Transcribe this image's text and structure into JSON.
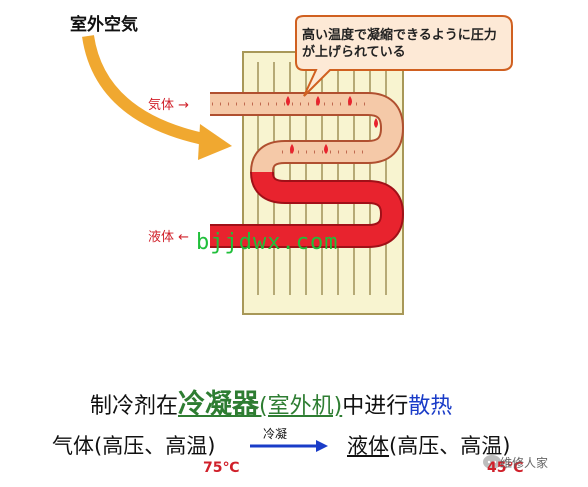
{
  "labels": {
    "outside_air": "室外空気",
    "gas_in": "気体 →",
    "liquid_out": "液体 ←",
    "callout": "高い温度で凝縮できるように圧力が上げられている"
  },
  "watermark": "bjjdwx.com",
  "caption": {
    "prefix": "制冷剂在",
    "key_term": "冷凝器",
    "unit_note": "(室外机)",
    "middle": "中进行",
    "ending": "散热"
  },
  "formula": {
    "from_state_term": "气体",
    "from_state_detail": "(高压、高温)",
    "process": "冷凝",
    "to_state_term": "液体",
    "to_state_detail": "(高压、高温)",
    "temp_in": "75℃",
    "temp_out": "45℃"
  },
  "brand": "维修人家",
  "colors": {
    "panel": "#f8f4d0",
    "gas_pipe": "#f5c9a8",
    "liquid_pipe": "#e8232e",
    "arrow": "#f0a830",
    "callout_fill": "#fde9d6",
    "callout_stroke": "#d06020"
  },
  "icons": {
    "brand_logo": "chat-bubble-icon"
  }
}
